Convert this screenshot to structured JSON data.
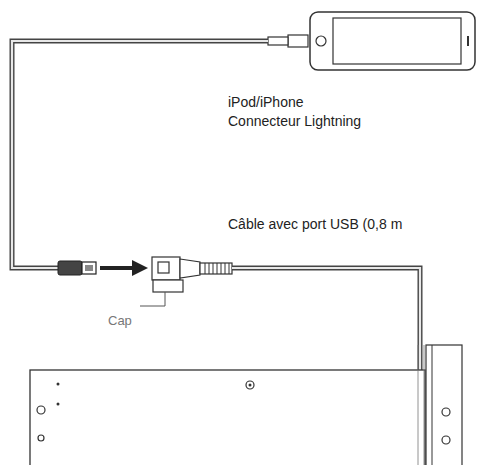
{
  "diagram": {
    "labels": [
      "iPod/iPhone",
      "Connecteur Lightning",
      "Câble avec port USB (0,8 m",
      "Cap"
    ]
  }
}
